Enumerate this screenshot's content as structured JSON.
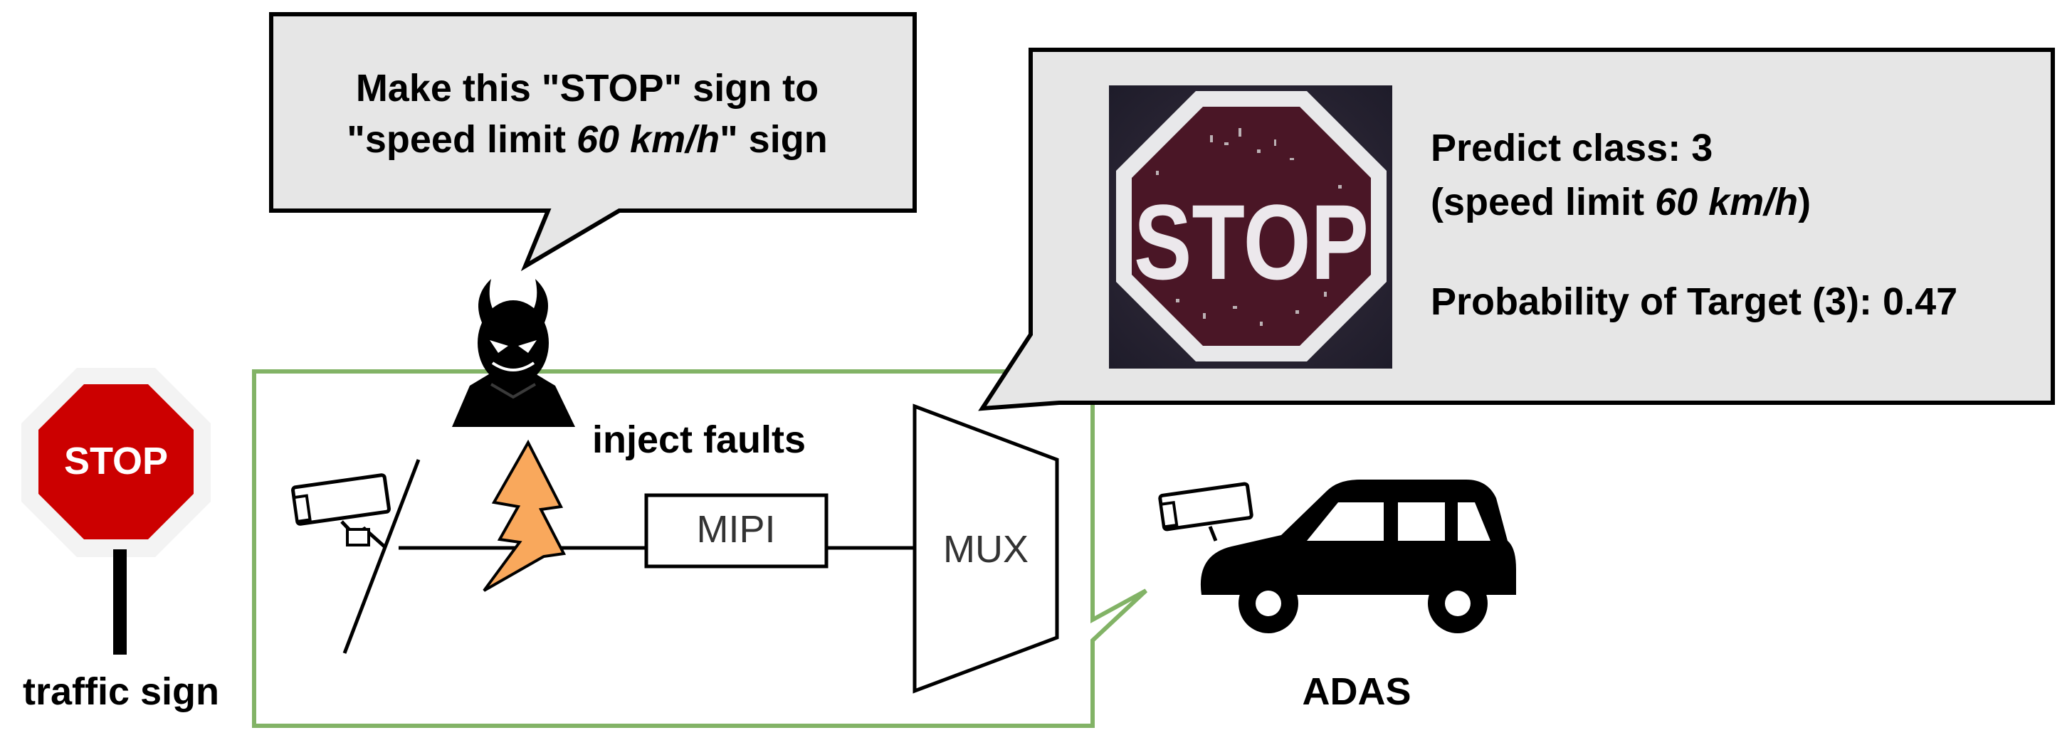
{
  "traffic_sign": {
    "sign_text": "STOP",
    "label": "traffic sign",
    "color": "#cc0000"
  },
  "attacker": {
    "icon": "devil-icon",
    "speech_line1_pre": "Make this \"STOP\" sign to",
    "speech_line2_pre": "\"speed limit ",
    "speech_line2_italic": "60 km/h",
    "speech_line2_post": "\" sign",
    "action_label": "inject faults",
    "fault_icon": "lightning-icon",
    "fault_color": "#f9a85c"
  },
  "pipeline": {
    "border_color": "#82b366",
    "camera_icon": "camera-icon",
    "interface_label": "MIPI",
    "mux_label": "MUX"
  },
  "result": {
    "image_text": "STOP",
    "predict_line1": "Predict class: 3",
    "predict_line2_pre": "(speed limit ",
    "predict_line2_italic": "60 km/h",
    "predict_line2_post": ")",
    "probability_line": "Probability of Target (3): 0.47"
  },
  "vehicle": {
    "icon": "car-icon",
    "camera_icon": "camera-icon",
    "label": "ADAS"
  }
}
